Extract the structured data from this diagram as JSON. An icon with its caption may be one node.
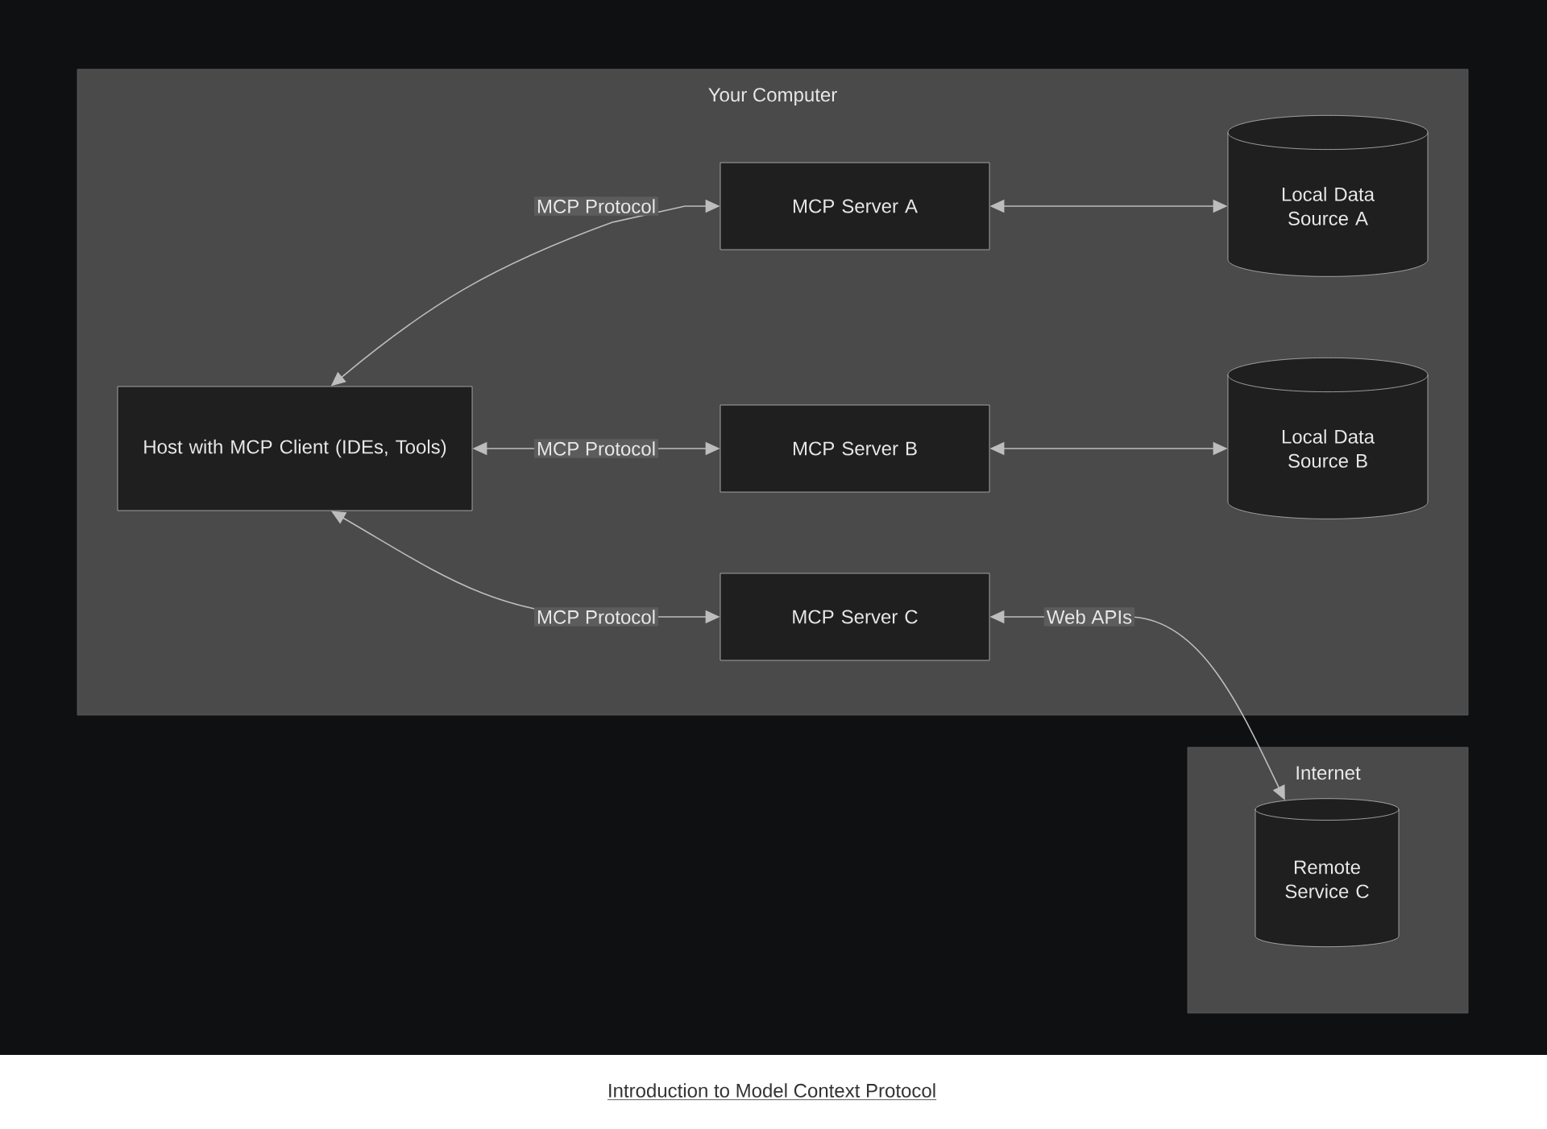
{
  "diagram": {
    "caption": "Introduction to Model Context Protocol",
    "nodes": [
      {
        "text": [
          "Your Computer"
        ]
      },
      {
        "text": [
          "Host with MCP Client (IDEs, Tools)"
        ],
        "in": 0
      },
      {
        "text": [
          "MCP Server A"
        ],
        "in": 0
      },
      {
        "text": [
          "MCP Server B"
        ],
        "in": 0
      },
      {
        "text": [
          "MCP Server C"
        ],
        "in": 0
      },
      {
        "text": [
          "Local Data Source A"
        ],
        "in": 0
      },
      {
        "text": [
          "Local Data Source B"
        ],
        "in": 0
      },
      {
        "text": [
          "Internet"
        ]
      },
      {
        "text": [
          "Remote Service C"
        ],
        "in": 7
      }
    ],
    "edges": [
      {
        "from": 1,
        "to": 2,
        "arrow": "both",
        "label": "MCP Protocol"
      },
      {
        "from": 1,
        "to": 3,
        "arrow": "both",
        "label": "MCP Protocol"
      },
      {
        "from": 1,
        "to": 4,
        "arrow": "both",
        "label": "MCP Protocol"
      },
      {
        "from": 2,
        "to": 5,
        "arrow": "both"
      },
      {
        "from": 3,
        "to": 6,
        "arrow": "both"
      },
      {
        "from": 4,
        "to": 8,
        "arrow": "both",
        "label": "Web APIs"
      }
    ]
  }
}
